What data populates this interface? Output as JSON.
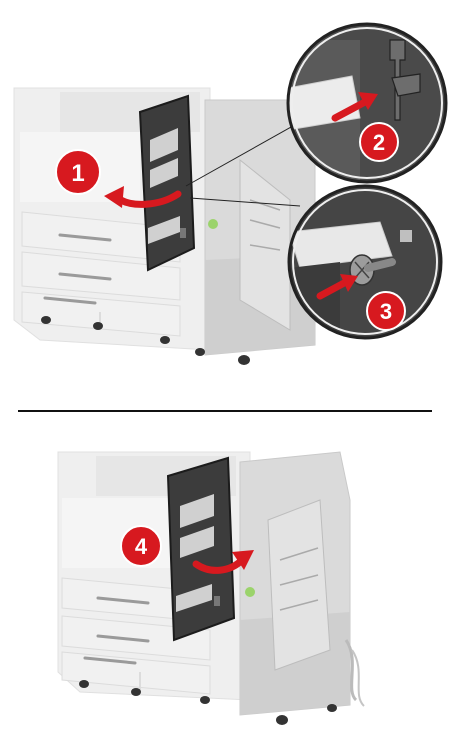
{
  "steps": [
    {
      "number": "1",
      "action": "open-door"
    },
    {
      "number": "2",
      "action": "lift-hinge-pin-bracket"
    },
    {
      "number": "3",
      "action": "remove-screw"
    },
    {
      "number": "4",
      "action": "close-door"
    }
  ],
  "colors": {
    "step_badge": "#d7191f",
    "arrow": "#d7191f",
    "printer_body": "#ececec",
    "printer_shadow": "#d6d6d6",
    "door_panel": "#3a3a3a",
    "finisher": "#d9d9d9",
    "divider": "#111111",
    "green_knob": "#9bd36b"
  },
  "icons": [
    "curved-arrow-left-icon",
    "curved-arrow-right-icon",
    "straight-arrow-icon",
    "screw-icon",
    "hinge-bracket-icon"
  ]
}
